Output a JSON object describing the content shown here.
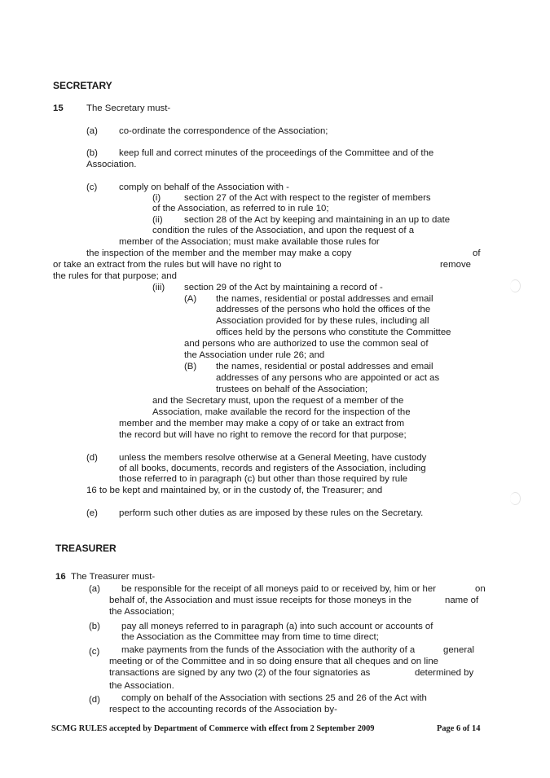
{
  "secretary": {
    "heading": "SECRETARY",
    "rule_number": "15",
    "intro": "The Secretary must-",
    "a_label": "(a)",
    "a_text": "co-ordinate the correspondence of the Association;",
    "b_label": "(b)",
    "b_line1": "keep full and correct minutes of the proceedings of the Committee and of the",
    "b_line2": "Association.",
    "c_label": "(c)",
    "c_text": "comply on behalf of the Association with -",
    "c_i_label": "(i)",
    "c_i_line1": "section 27 of the Act with respect to the register of members",
    "c_i_line2": "of the Association, as referred to in rule 10;",
    "c_ii_label": "(ii)",
    "c_ii_line1": "section 28 of the Act by keeping and maintaining in an up to date",
    "c_ii_line2": "condition the rules of the Association, and upon the request of a",
    "c_ii_line3": "member of the Association; must make available those rules for",
    "c_ii_line4": "the inspection of the member and the member may make a copy",
    "c_ii_line4_end": "of",
    "c_ii_line5": "or take an extract from the rules but will have no right to",
    "c_ii_line5_end": "remove",
    "c_ii_line6": "the rules for that purpose; and",
    "c_iii_label": "(iii)",
    "c_iii_text": "section 29 of the Act by maintaining a record of -",
    "A_label": "(A)",
    "A_line1": "the names, residential or postal addresses and email",
    "A_line2": "addresses of the persons who hold the offices of the",
    "A_line3": "Association provided for by these rules, including all",
    "A_line4": "offices held by the persons who constitute the Committee",
    "A_line5": "and persons who are authorized to use the common seal of",
    "A_line6": "the Association under rule 26; and",
    "B_label": "(B)",
    "B_line1": "the names, residential or postal addresses and email",
    "B_line2": "addresses of any persons who are appointed or act as",
    "B_line3": "trustees on behalf of the Association;",
    "c_tail1": "and the Secretary must, upon the request of a member of the",
    "c_tail2": "Association, make available the record for the inspection of the",
    "c_tail3": "member and the member may make a copy of or take an extract from",
    "c_tail4": "the record but will have no right to remove the record for that purpose;",
    "d_label": "(d)",
    "d_line1": "unless the members resolve otherwise at a General Meeting, have custody",
    "d_line2": "of all books, documents, records and registers of the Association, including",
    "d_line3": "those referred to in paragraph (c) but other than those required by rule",
    "d_line4": "16 to be kept and maintained by, or in the custody of, the Treasurer; and",
    "e_label": "(e)",
    "e_text": "perform such other duties as are imposed by these rules on the Secretary."
  },
  "treasurer": {
    "heading": "TREASURER",
    "rule_number": "16",
    "intro": "The Treasurer must-",
    "a_label": "(a)",
    "a_line1": "be responsible for the receipt of all moneys paid to or received by,  him or her",
    "a_line1_end": "on",
    "a_line2": "behalf of, the Association and must issue receipts for those moneys in the",
    "a_line2_end": "name of",
    "a_line3": "the Association;",
    "b_label": "(b)",
    "b_line1": "pay all moneys referred to in paragraph (a) into such account or accounts of",
    "b_line2": "the Association as the Committee may from time to time direct;",
    "c_label": "(c)",
    "c_line1": "make payments from the funds of the Association with the authority of a",
    "c_line1_end": "general",
    "c_line2": "meeting or of the Committee and in so doing ensure that all cheques  and on line",
    "c_line3": "transactions are signed by any two (2) of the four signatories as",
    "c_line3_end": "determined by",
    "c_line4": "the Association.",
    "d_label": "(d)",
    "d_line1": "comply on behalf of the Association with sections 25 and 26 of the Act with",
    "d_line2": "respect to the accounting records of the Association by-"
  },
  "footer": {
    "left": "SCMG RULES accepted by Department of Commerce with effect from 2 September 2009",
    "right": "Page 6 of 14"
  }
}
